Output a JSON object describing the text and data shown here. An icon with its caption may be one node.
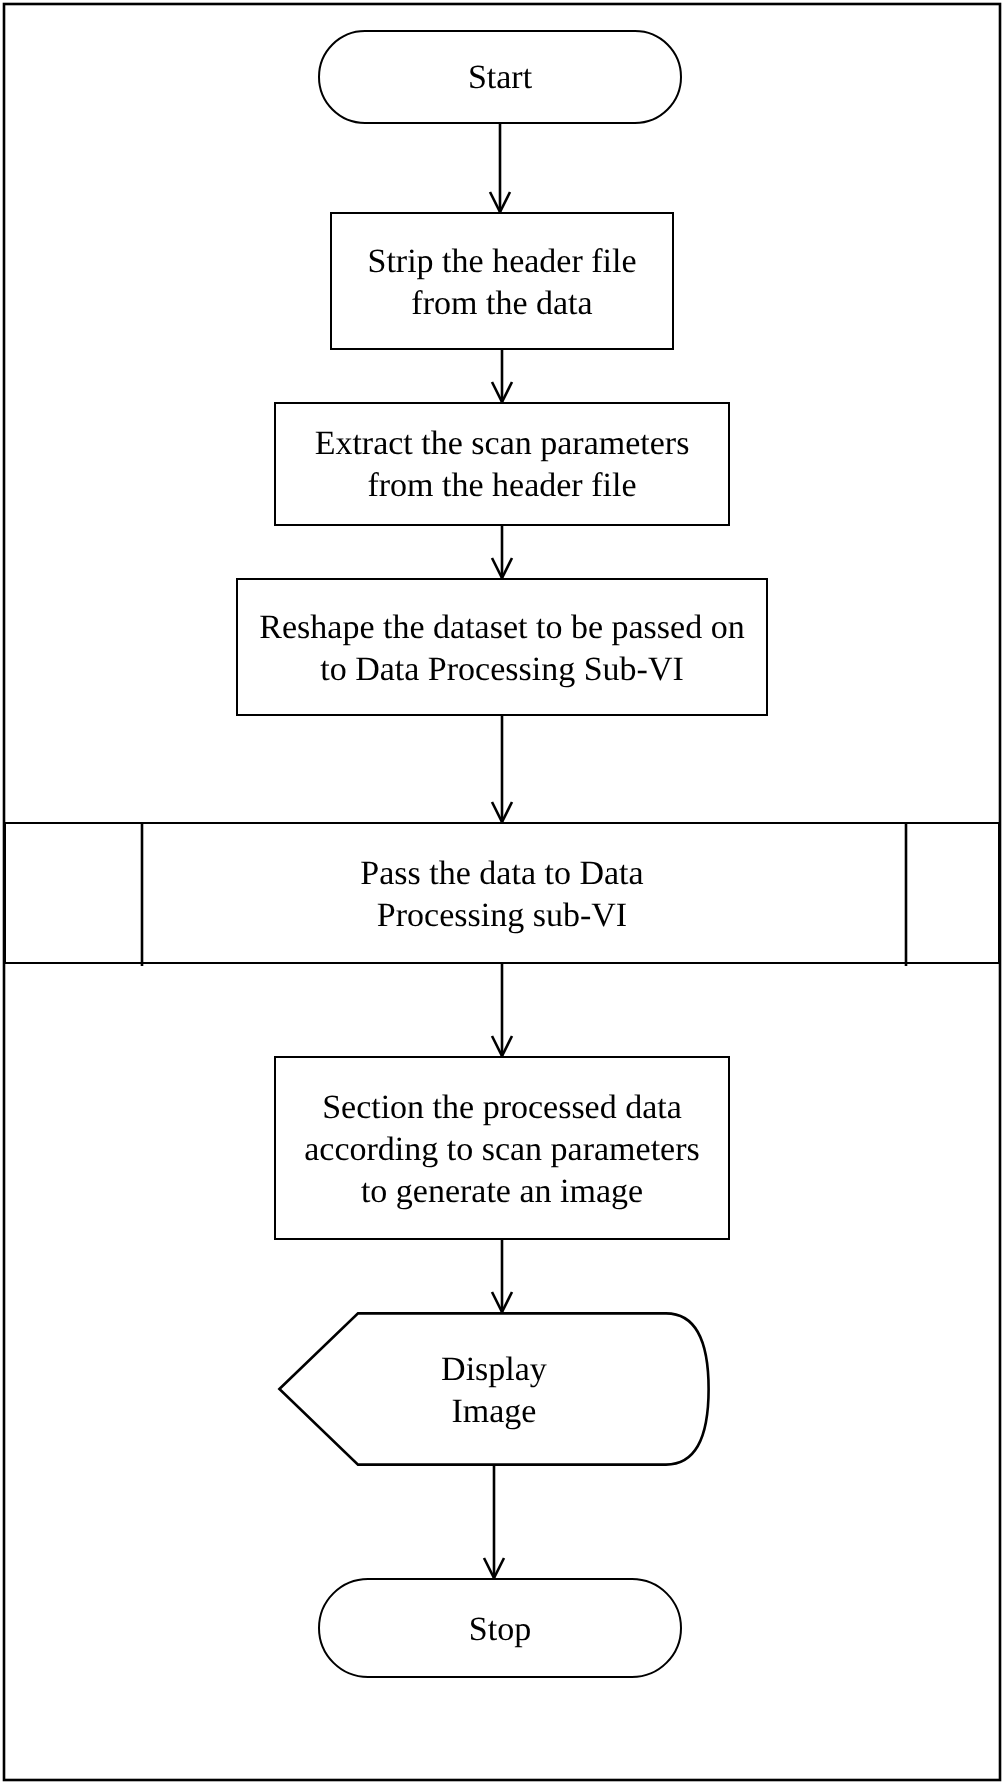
{
  "diagram": {
    "nodes": [
      {
        "text": [
          "Start"
        ]
      },
      {
        "text": [
          "Strip the header file from the data"
        ]
      },
      {
        "text": [
          "Extract the scan parameters from the header file"
        ]
      },
      {
        "text": [
          "Reshape the dataset to be passed on to Data Processing Sub-VI"
        ]
      },
      {
        "text": [
          "Pass the data to Data Processing sub-VI"
        ]
      },
      {
        "text": [
          "Section the processed data according to scan parameters to generate an image"
        ]
      },
      {
        "text": [
          "Display Image"
        ]
      },
      {
        "text": [
          "Stop"
        ]
      }
    ],
    "edges": [
      {
        "from": 0,
        "to": 1,
        "arrow": "to"
      },
      {
        "from": 1,
        "to": 2,
        "arrow": "to"
      },
      {
        "from": 2,
        "to": 3,
        "arrow": "to"
      },
      {
        "from": 3,
        "to": 4,
        "arrow": "to"
      },
      {
        "from": 4,
        "to": 5,
        "arrow": "to"
      },
      {
        "from": 5,
        "to": 6,
        "arrow": "to"
      },
      {
        "from": 6,
        "to": 7,
        "arrow": "to"
      }
    ]
  }
}
